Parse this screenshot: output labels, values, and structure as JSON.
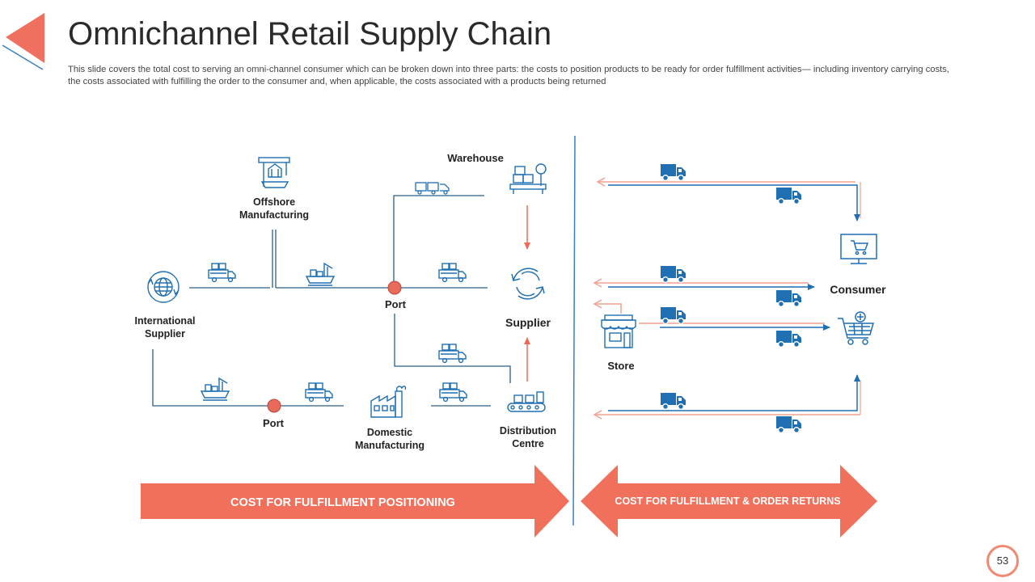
{
  "slide": {
    "title": "Omnichannel Retail Supply Chain",
    "description": "This slide covers the total cost to serving an omni-channel consumer which can be broken down into three parts: the costs to position products to be ready for order fulfillment activities— including inventory carrying costs, the costs associated with fulfilling the order to the consumer and, when applicable, the costs associated with a products being returned",
    "page_number": "53"
  },
  "nodes": {
    "international_supplier": "International Supplier",
    "offshore_manufacturing": "Offshore Manufacturing",
    "port_upper": "Port",
    "port_lower": "Port",
    "warehouse": "Warehouse",
    "supplier": "Supplier",
    "domestic_manufacturing": "Domestic Manufacturing",
    "distribution_centre": "Distribution Centre",
    "store": "Store",
    "consumer": "Consumer"
  },
  "banners": {
    "left": "COST FOR FULFILLMENT POSITIONING",
    "right": "COST FOR FULFILLMENT & ORDER RETURNS"
  },
  "colors": {
    "blue": "#1f6fb2",
    "coral": "#ef6a55",
    "line": "#2b5f86",
    "arrow_bg": "#f0705c"
  },
  "icons": [
    "back-triangle-icon",
    "factory-crane-icon",
    "globe-icon",
    "truck-loaded-icon",
    "ship-icon",
    "trucks-convoy-icon",
    "warehouse-icon",
    "recycle-icon",
    "factory-icon",
    "conveyor-icon",
    "delivery-truck-icon",
    "monitor-cart-icon",
    "store-icon",
    "shopping-cart-icon"
  ]
}
